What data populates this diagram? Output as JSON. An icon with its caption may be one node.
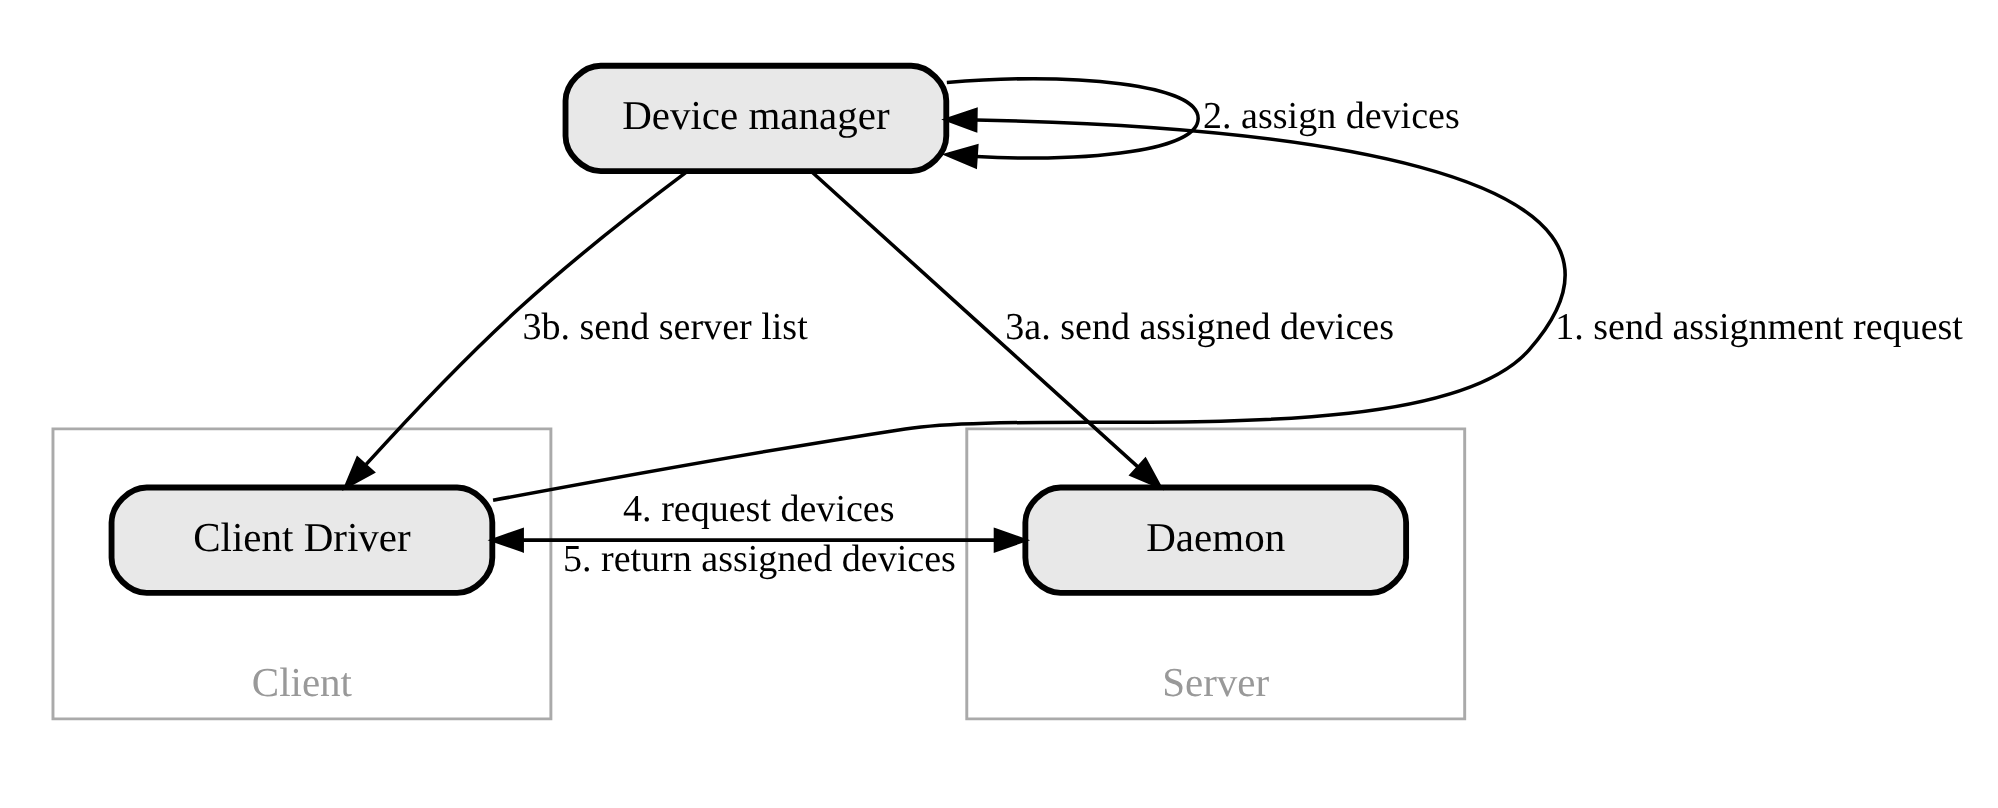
{
  "diagram": {
    "nodes": [
      {
        "text": [
          "Device manager"
        ]
      },
      {
        "text": [
          "Client"
        ]
      },
      {
        "text": [
          "Client Driver"
        ],
        "in": 1
      },
      {
        "text": [
          "Server"
        ]
      },
      {
        "text": [
          "Daemon"
        ],
        "in": 3
      }
    ],
    "edges": [
      {
        "from": 0,
        "to": 0,
        "arrow": "to",
        "label": "2. assign devices"
      },
      {
        "from": 2,
        "to": 0,
        "arrow": "to",
        "label": "1. send assignment request"
      },
      {
        "from": 0,
        "to": 2,
        "arrow": "to",
        "label": "3b. send server list"
      },
      {
        "from": 0,
        "to": 4,
        "arrow": "to",
        "label": "3a. send assigned devices"
      },
      {
        "from": 2,
        "to": 4,
        "arrow": "to",
        "label": "4. request devices"
      },
      {
        "from": 4,
        "to": 2,
        "arrow": "to",
        "label": "5. return assigned devices"
      }
    ]
  }
}
